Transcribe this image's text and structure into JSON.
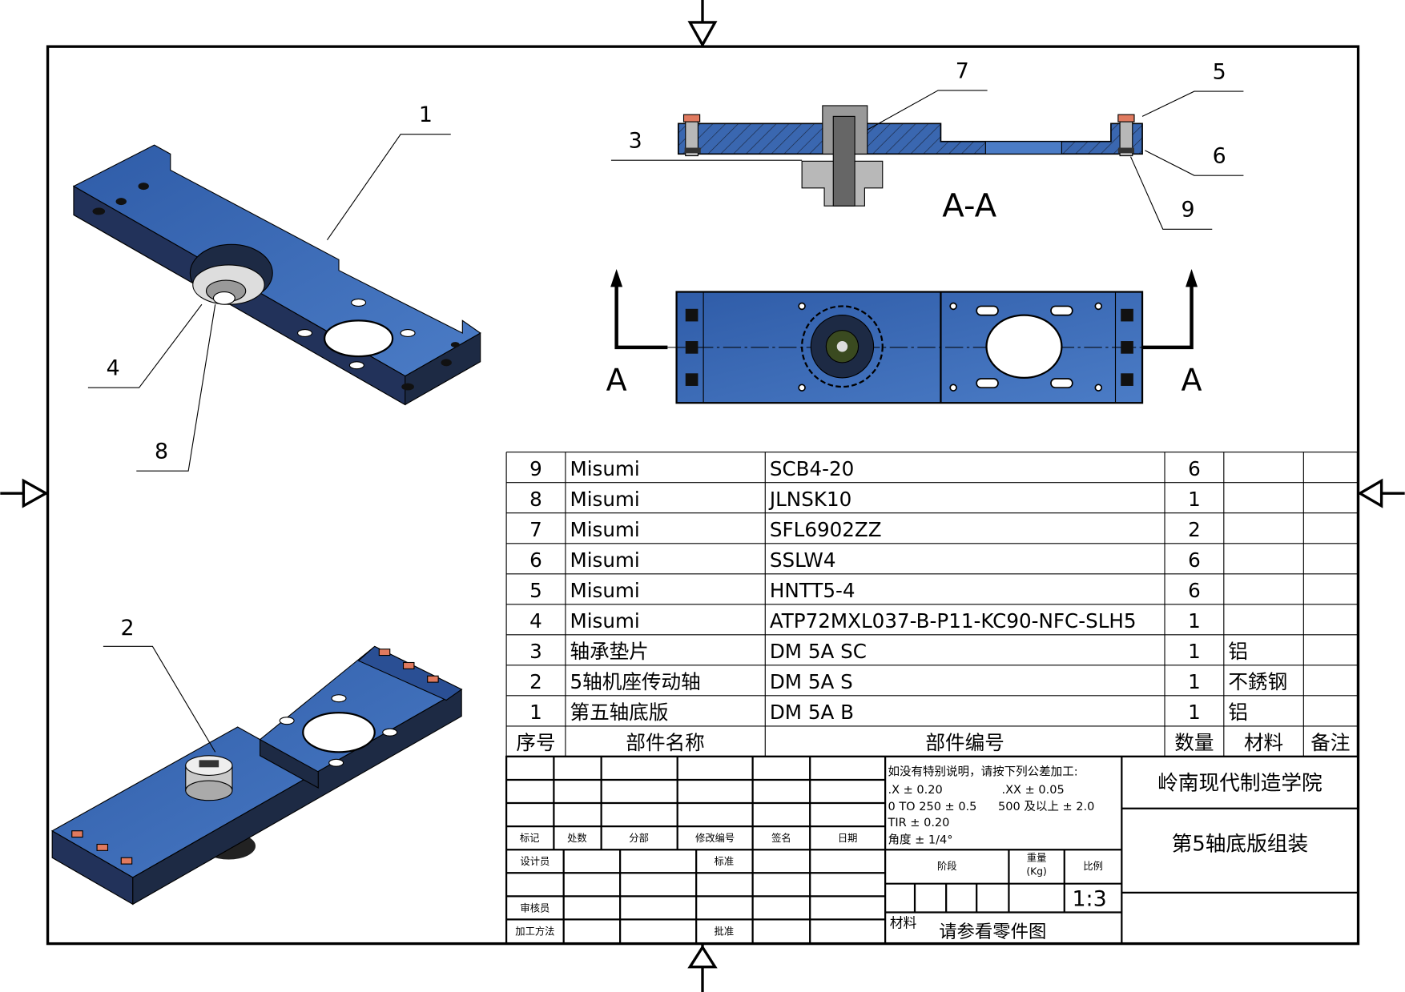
{
  "balloons": {
    "b1": "1",
    "b2": "2",
    "b3": "3",
    "b4": "4",
    "b5": "5",
    "b6": "6",
    "b7": "7",
    "b8": "8",
    "b9": "9"
  },
  "section_label": "A-A",
  "cut_labels": {
    "left": "A",
    "right": "A"
  },
  "bom": {
    "rows": [
      {
        "no": "9",
        "name": "Misumi",
        "code": "SCB4-20",
        "qty": "6",
        "material": "",
        "note": ""
      },
      {
        "no": "8",
        "name": "Misumi",
        "code": "JLNSK10",
        "qty": "1",
        "material": "",
        "note": ""
      },
      {
        "no": "7",
        "name": "Misumi",
        "code": "SFL6902ZZ",
        "qty": "2",
        "material": "",
        "note": ""
      },
      {
        "no": "6",
        "name": "Misumi",
        "code": "SSLW4",
        "qty": "6",
        "material": "",
        "note": ""
      },
      {
        "no": "5",
        "name": "Misumi",
        "code": "HNTT5-4",
        "qty": "6",
        "material": "",
        "note": ""
      },
      {
        "no": "4",
        "name": "Misumi",
        "code": "ATP72MXL037-B-P11-KC90-NFC-SLH5",
        "qty": "1",
        "material": "",
        "note": ""
      },
      {
        "no": "3",
        "name": "轴承垫片",
        "code": "DM 5A SC",
        "qty": "1",
        "material": "铝",
        "note": ""
      },
      {
        "no": "2",
        "name": "5轴机座传动轴",
        "code": "DM 5A S",
        "qty": "1",
        "material": "不銹钢",
        "note": ""
      },
      {
        "no": "1",
        "name": "第五轴底版",
        "code": "DM 5A B",
        "qty": "1",
        "material": "铝",
        "note": ""
      }
    ],
    "header": {
      "no": "序号",
      "name": "部件名称",
      "code": "部件编号",
      "qty": "数量",
      "material": "材料",
      "note": "备注"
    }
  },
  "title_block": {
    "rev_labels": [
      "标记",
      "处数",
      "分部",
      "修改编号",
      "签名",
      "日期"
    ],
    "designer": "设计员",
    "standard": "标准",
    "reviewer": "审核员",
    "process": "加工方法",
    "approve": "批准",
    "tolerance": [
      "如没有特别说明，请按下列公差加工:",
      ".X ± 0.20",
      ".XX ± 0.05",
      "0 TO 250 ± 0.5",
      "500 及以上 ± 2.0",
      "TIR ± 0.20",
      "角度 ± 1/4°"
    ],
    "stage": "阶段",
    "weight": "重量",
    "weight_unit": "(Kg)",
    "scale_label": "比例",
    "scale": "1:3",
    "material_label": "材料",
    "material_value": "请参看零件图",
    "school": "岭南现代制造学院",
    "drawing_title": "第5轴底版组装"
  },
  "colors": {
    "part_blue": "#3a67b0",
    "part_dark": "#1d2a44",
    "screw": "#e07a5f",
    "steel": "#b8b8b8"
  }
}
